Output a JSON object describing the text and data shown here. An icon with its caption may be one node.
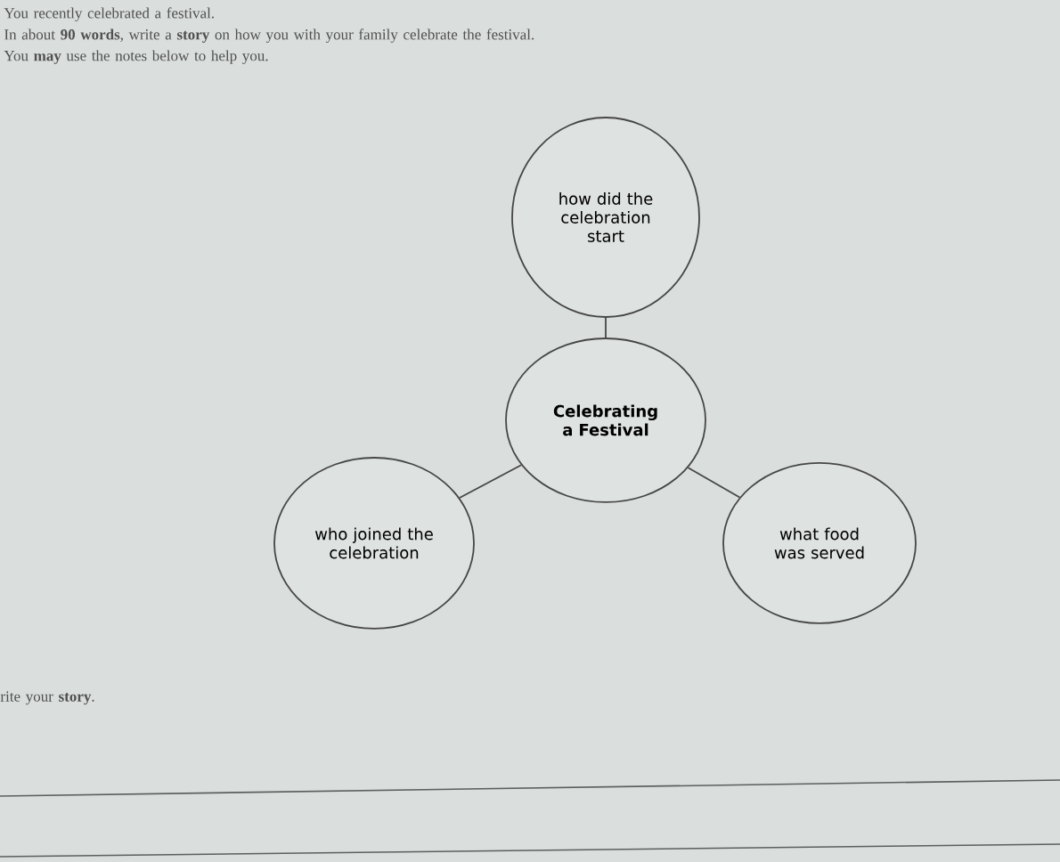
{
  "diagram": {
    "nodes": [
      {
        "text": [
          "how did the celebration start"
        ]
      },
      {
        "text": [
          "Celebrating a Festival"
        ]
      },
      {
        "text": [
          "who joined the celebration"
        ]
      },
      {
        "text": [
          "what food was served"
        ]
      }
    ],
    "edges": [
      {
        "from": 1,
        "to": 0,
        "arrow": "none"
      },
      {
        "from": 1,
        "to": 2,
        "arrow": "none"
      },
      {
        "from": 1,
        "to": 3,
        "arrow": "none"
      }
    ],
    "labels": [
      "You recently celebrated a festival.",
      "In about **90 words**, write a **story** on how you with your family celebrate the festival.",
      "You **may** use the notes below to help you.",
      "rite your **story**."
    ]
  }
}
